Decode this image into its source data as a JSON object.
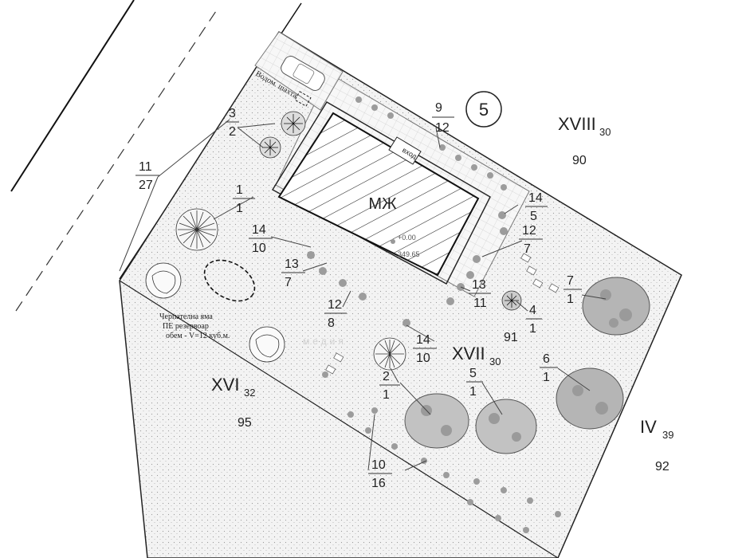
{
  "plot": {
    "number": "5",
    "building_label": "МЖ",
    "entrance_label": "вход",
    "water_shaft_label": "Водом. шахта",
    "level_zero": "+0.00",
    "level_abs": "349.65",
    "septic_lines": [
      "Черпателна яма",
      "ПЕ резервоар",
      "обем - V=12 куб.м."
    ]
  },
  "neighbors": [
    {
      "roman": "XVIII",
      "sub": "30",
      "num": "90"
    },
    {
      "roman": "XVII",
      "sub": "30",
      "num": "91"
    },
    {
      "roman": "XVI",
      "sub": "32",
      "num": "95"
    },
    {
      "roman": "IV",
      "sub": "39",
      "num": "92"
    }
  ],
  "plant_labels": [
    {
      "top": "11",
      "bottom": "27"
    },
    {
      "top": "3",
      "bottom": "2"
    },
    {
      "top": "1",
      "bottom": "1"
    },
    {
      "top": "14",
      "bottom": "10"
    },
    {
      "top": "13",
      "bottom": "7"
    },
    {
      "top": "12",
      "bottom": "8"
    },
    {
      "top": "14",
      "bottom": "10"
    },
    {
      "top": "2",
      "bottom": "1"
    },
    {
      "top": "5",
      "bottom": "1"
    },
    {
      "top": "6",
      "bottom": "1"
    },
    {
      "top": "9",
      "bottom": "12"
    },
    {
      "top": "14",
      "bottom": "5"
    },
    {
      "top": "12",
      "bottom": "7"
    },
    {
      "top": "13",
      "bottom": "11"
    },
    {
      "top": "4",
      "bottom": "1"
    },
    {
      "top": "7",
      "bottom": "1"
    },
    {
      "top": "10",
      "bottom": "16"
    }
  ],
  "watermark": "медия"
}
